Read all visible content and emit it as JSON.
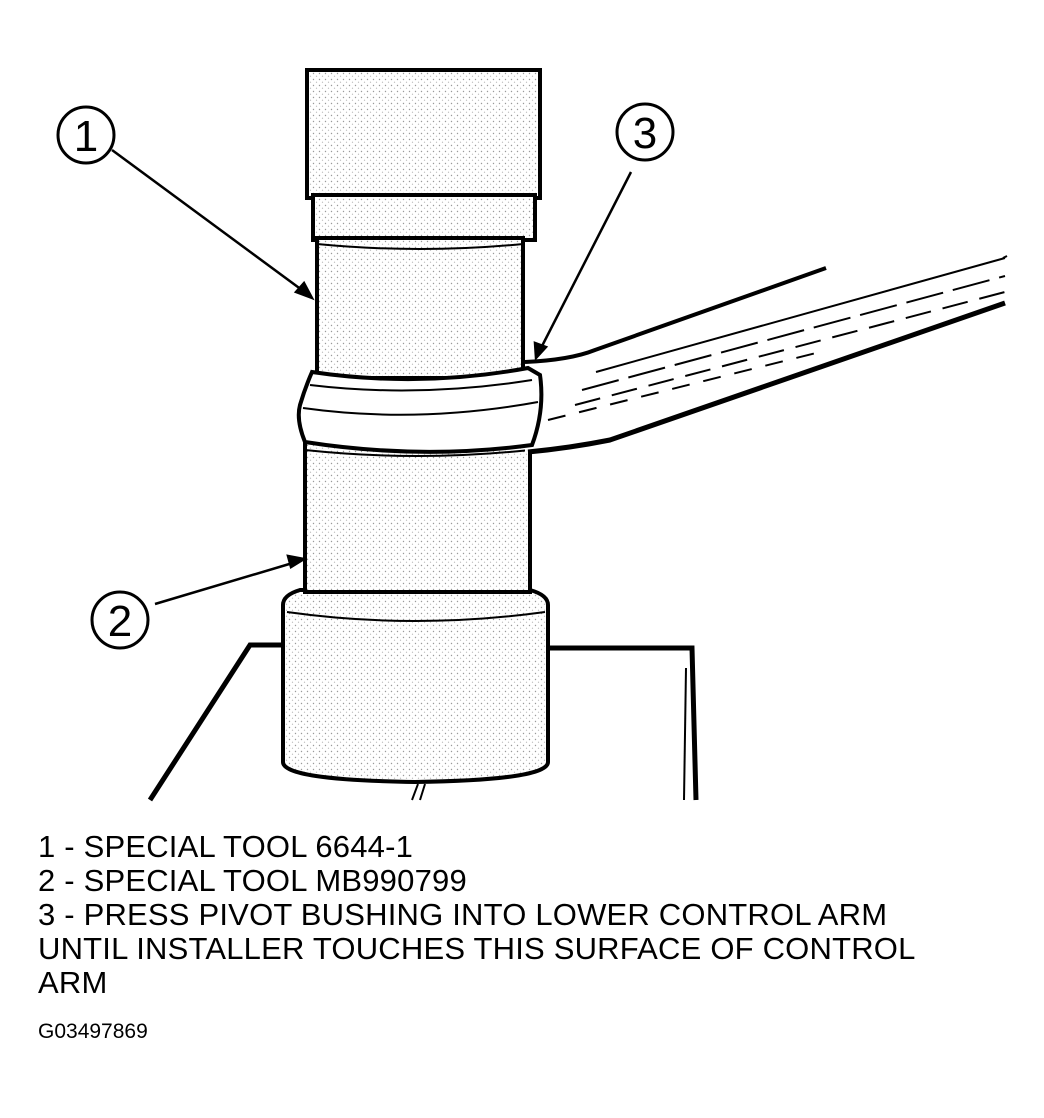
{
  "callouts": [
    {
      "num": "1"
    },
    {
      "num": "2"
    },
    {
      "num": "3"
    }
  ],
  "legend": {
    "item1": "1 - SPECIAL TOOL 6644-1",
    "item2": "2 - SPECIAL TOOL MB990799",
    "item3_line1": "3 - PRESS PIVOT BUSHING INTO LOWER CONTROL ARM",
    "item3_line2": "UNTIL INSTALLER TOUCHES THIS SURFACE OF CONTROL",
    "item3_line3": "ARM"
  },
  "figure_id": "G03497869",
  "colors": {
    "ink": "#000000",
    "shade": "#d9d9d9",
    "paper": "#ffffff"
  }
}
